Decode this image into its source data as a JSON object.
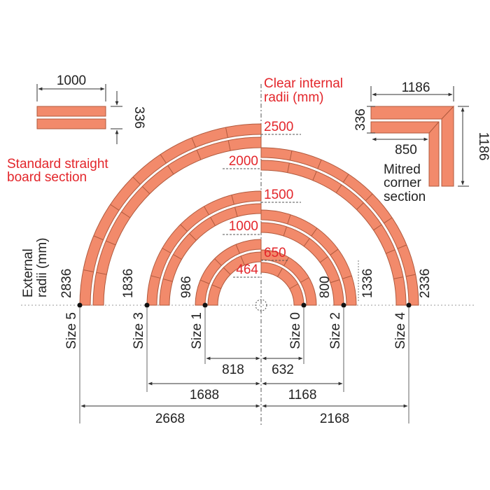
{
  "labels": {
    "clear_line1": "Clear internal",
    "clear_line2": "radii (mm)",
    "ext_line1": "External",
    "ext_line2": "radii (mm)",
    "straight_line1": "Standard straight",
    "straight_line2": "board section",
    "mitred_line1": "Mitred",
    "mitred_line2": "corner",
    "mitred_line3": "section"
  },
  "straight": {
    "length": "1000",
    "width": "336"
  },
  "mitred": {
    "outer": "1186",
    "side": "1186",
    "inner": "850",
    "width": "336"
  },
  "internal_radii": [
    "2500",
    "2000",
    "1500",
    "1000",
    "650",
    "464"
  ],
  "external_radii": {
    "left": [
      "2836",
      "1836",
      "986"
    ],
    "right": [
      "800",
      "1336",
      "2336"
    ]
  },
  "sizes": [
    "Size 5",
    "Size 3",
    "Size 1",
    "Size 0",
    "Size 2",
    "Size 4"
  ],
  "bottom_dims": {
    "size1": "818",
    "size0": "632",
    "size3": "1688",
    "size2": "1168",
    "size5": "2668",
    "size4": "2168"
  },
  "colors": {
    "accent": "#e3262b",
    "pipe": "#f28a6b"
  }
}
